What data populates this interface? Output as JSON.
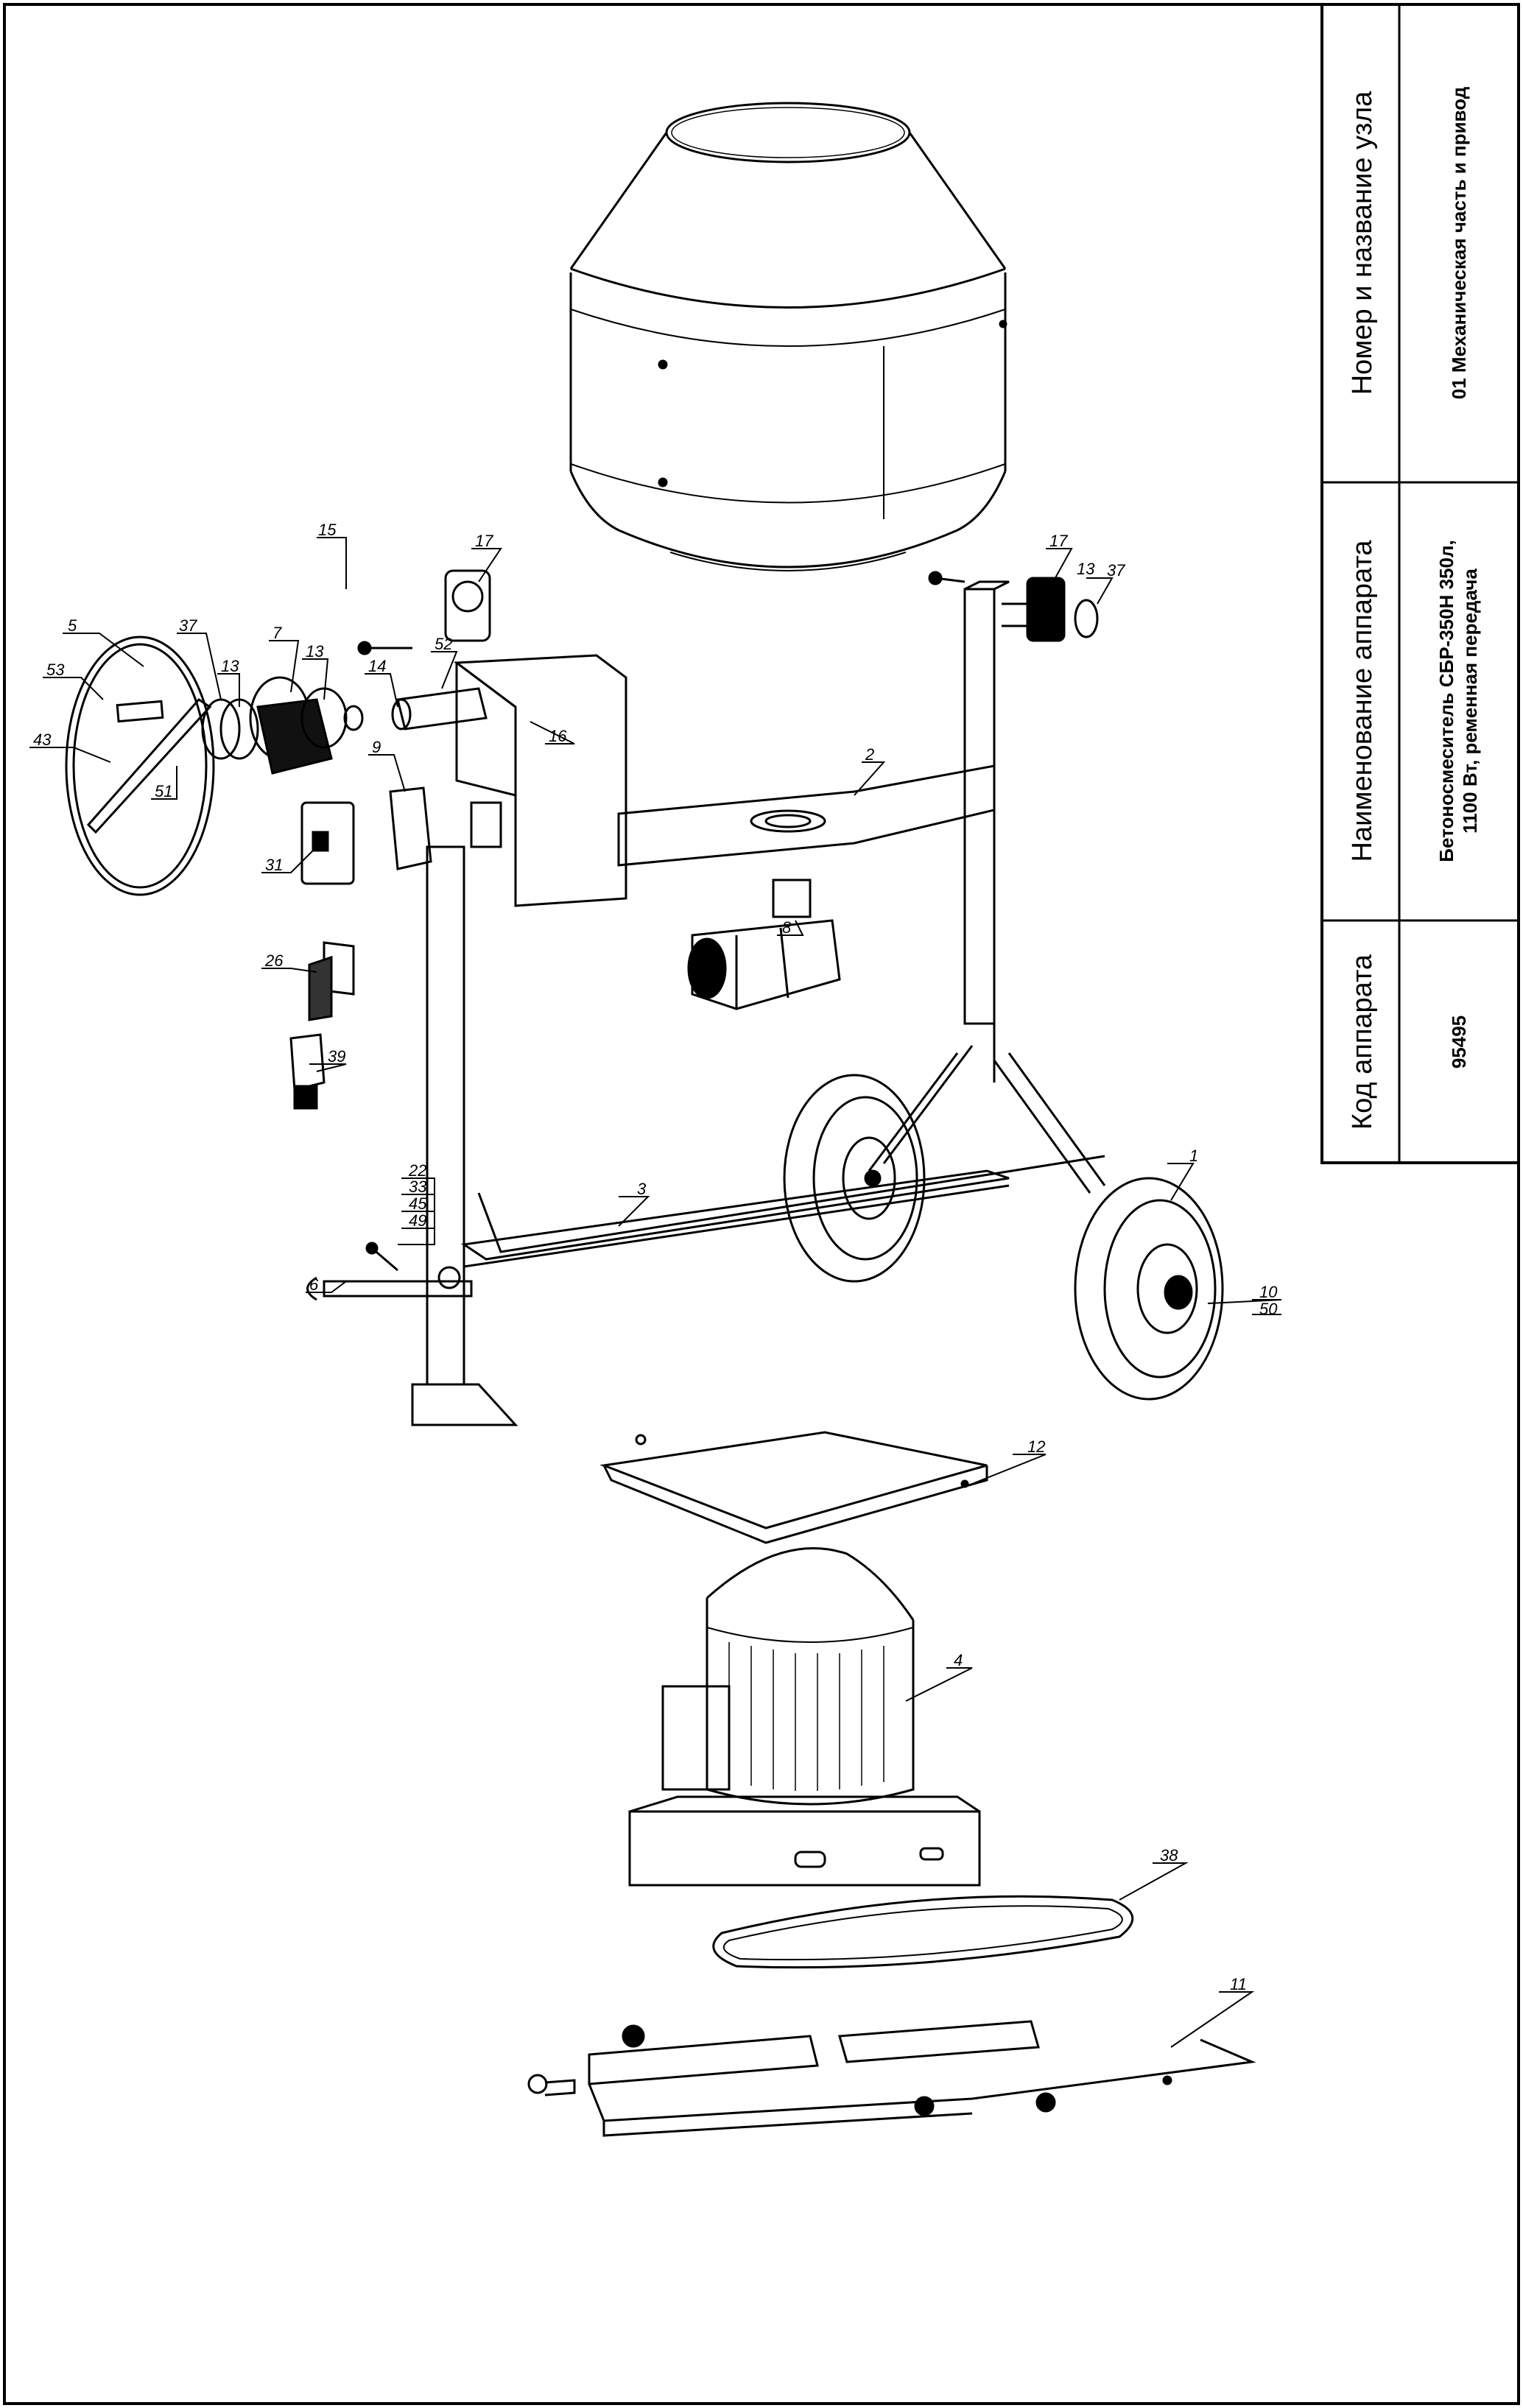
{
  "title_block": {
    "code_header": "Код аппарата",
    "code_value": "95495",
    "name_header": "Наименование аппарата",
    "name_line1": "Бетоносмеситель СБР-350Н 350л,",
    "name_line2": "1100 Вт, ременная передача",
    "node_header": "Номер и название узла",
    "node_value": "01 Механическая часть и привод"
  },
  "callouts": {
    "c1": "1",
    "c2": "2",
    "c3": "3",
    "c4": "4",
    "c5": "5",
    "c6": "6",
    "c7": "7",
    "c8": "8",
    "c9": "9",
    "c10": "10",
    "c11": "11",
    "c12": "12",
    "c13a": "13",
    "c13b": "13",
    "c13c": "13",
    "c14": "14",
    "c15": "15",
    "c16": "16",
    "c17a": "17",
    "c17b": "17",
    "c22": "22",
    "c26": "26",
    "c31": "31",
    "c33": "33",
    "c37a": "37",
    "c37b": "37",
    "c38": "38",
    "c39": "39",
    "c43": "43",
    "c45": "45",
    "c49": "49",
    "c50": "50",
    "c51": "51",
    "c52": "52",
    "c53": "53"
  }
}
